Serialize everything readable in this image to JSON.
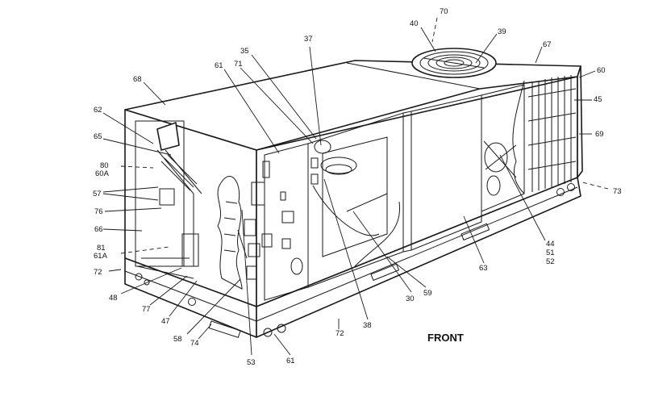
{
  "front_label": "FRONT",
  "callouts": {
    "c30": "30",
    "c35": "35",
    "c37": "37",
    "c38": "38",
    "c39": "39",
    "c40": "40",
    "c44": "44",
    "c45": "45",
    "c47": "47",
    "c48": "48",
    "c51": "51",
    "c52": "52",
    "c53": "53",
    "c57": "57",
    "c58": "58",
    "c59": "59",
    "c60": "60",
    "c60a": "60A",
    "c61": "61",
    "c61b": "61",
    "c61a": "61A",
    "c62": "62",
    "c63": "63",
    "c65": "65",
    "c66": "66",
    "c67": "67",
    "c68": "68",
    "c69": "69",
    "c70": "70",
    "c71": "71",
    "c72": "72",
    "c72b": "72",
    "c73": "73",
    "c74": "74",
    "c76": "76",
    "c77": "77",
    "c80": "80",
    "c81": "81"
  }
}
